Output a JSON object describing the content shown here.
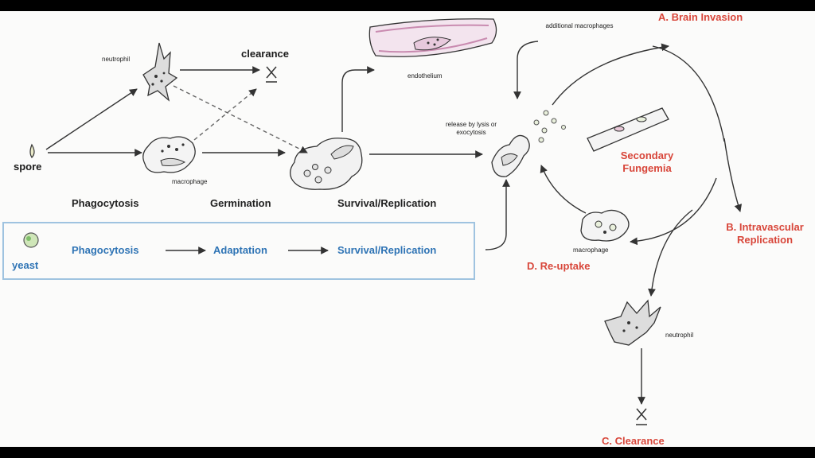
{
  "labels": {
    "neutrophil_top": "neutrophil",
    "clearance_top": "clearance",
    "spore": "spore",
    "macrophage_left": "macrophage",
    "endothelium": "endothelium",
    "additional_macrophages": "additional macrophages",
    "release": "release by lysis or exocytosis",
    "secondary_fungemia": "Secondary Fungemia",
    "macrophage_right": "macrophage",
    "neutrophil_bottom": "neutrophil",
    "yeast": "yeast"
  },
  "stages": [
    "Phagocytosis",
    "Germination",
    "Survival/Replication"
  ],
  "yeast_path": [
    "Phagocytosis",
    "Adaptation",
    "Survival/Replication"
  ],
  "outcomes": {
    "a": "A. Brain Invasion",
    "b": "B. Intravascular Replication",
    "c": "C. Clearance",
    "d": "D. Re-uptake"
  },
  "colors": {
    "outcome_red": "#d8463a",
    "yeast_blue": "#2f74b5",
    "box_border": "#9fc3e0",
    "endothelium_pink": "#c98bb0",
    "yeast_green": "#7fbf6a"
  }
}
